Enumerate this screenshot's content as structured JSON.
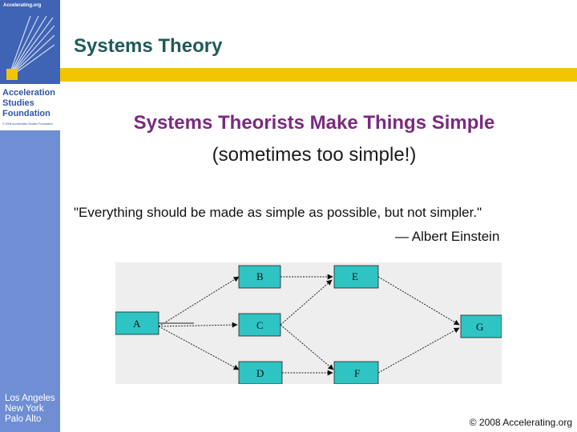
{
  "sidebar": {
    "url": "Accelerating.org",
    "org_lines": [
      "Acceleration",
      "Studies",
      "Foundation"
    ],
    "copyright_small": "© 2008 Acceleration Studies Foundation",
    "cities": [
      "Los Angeles",
      "New York",
      "Palo Alto"
    ]
  },
  "header": {
    "title": "Systems Theory"
  },
  "main": {
    "subtitle": "Systems Theorists Make Things Simple",
    "subtitle_note": "(sometimes too simple!)",
    "quote": "\"Everything should be made as simple as possible, but not simpler.\"",
    "author": "— Albert Einstein"
  },
  "diagram": {
    "nodes": [
      "A",
      "B",
      "C",
      "D",
      "E",
      "F",
      "G"
    ],
    "edges": [
      [
        "A",
        "B"
      ],
      [
        "A",
        "C"
      ],
      [
        "A",
        "D"
      ],
      [
        "B",
        "E"
      ],
      [
        "C",
        "E"
      ],
      [
        "C",
        "F"
      ],
      [
        "D",
        "F"
      ],
      [
        "E",
        "G"
      ],
      [
        "F",
        "G"
      ]
    ]
  },
  "footer": {
    "copyright": "© 2008 Accelerating.org"
  },
  "colors": {
    "sidebar": "#6f8ed4",
    "logo_bg": "#3f63b5",
    "accent_bar": "#f2c500",
    "title": "#1f5a5a",
    "subtitle": "#7a2a7e",
    "node_fill": "#2ec4c4"
  }
}
